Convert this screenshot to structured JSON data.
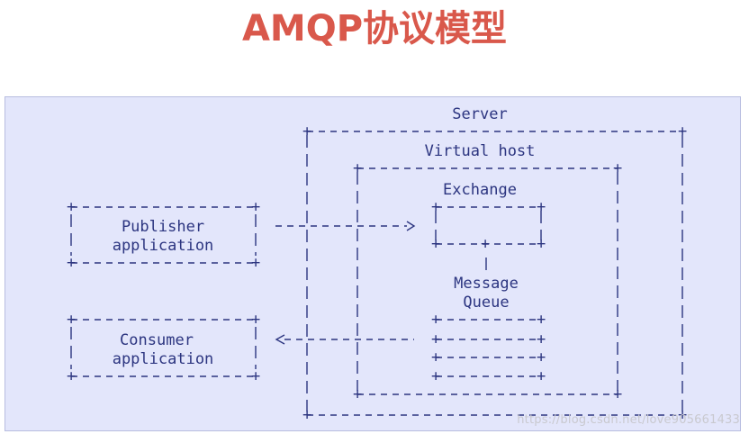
{
  "title": "AMQP协议模型",
  "diagram": {
    "server_label": "Server",
    "virtual_host_label": "Virtual host",
    "exchange_label": "Exchange",
    "message_label": "Message",
    "queue_label": "Queue",
    "publisher_line1": "Publisher",
    "publisher_line2": "application",
    "consumer_line1": "Consumer",
    "consumer_line2": "application"
  },
  "watermark": "https://blog.csdn.net/love905661433",
  "colors": {
    "title": "#d9584b",
    "panel_background": "#e3e6fb",
    "ink": "#2c3580"
  }
}
